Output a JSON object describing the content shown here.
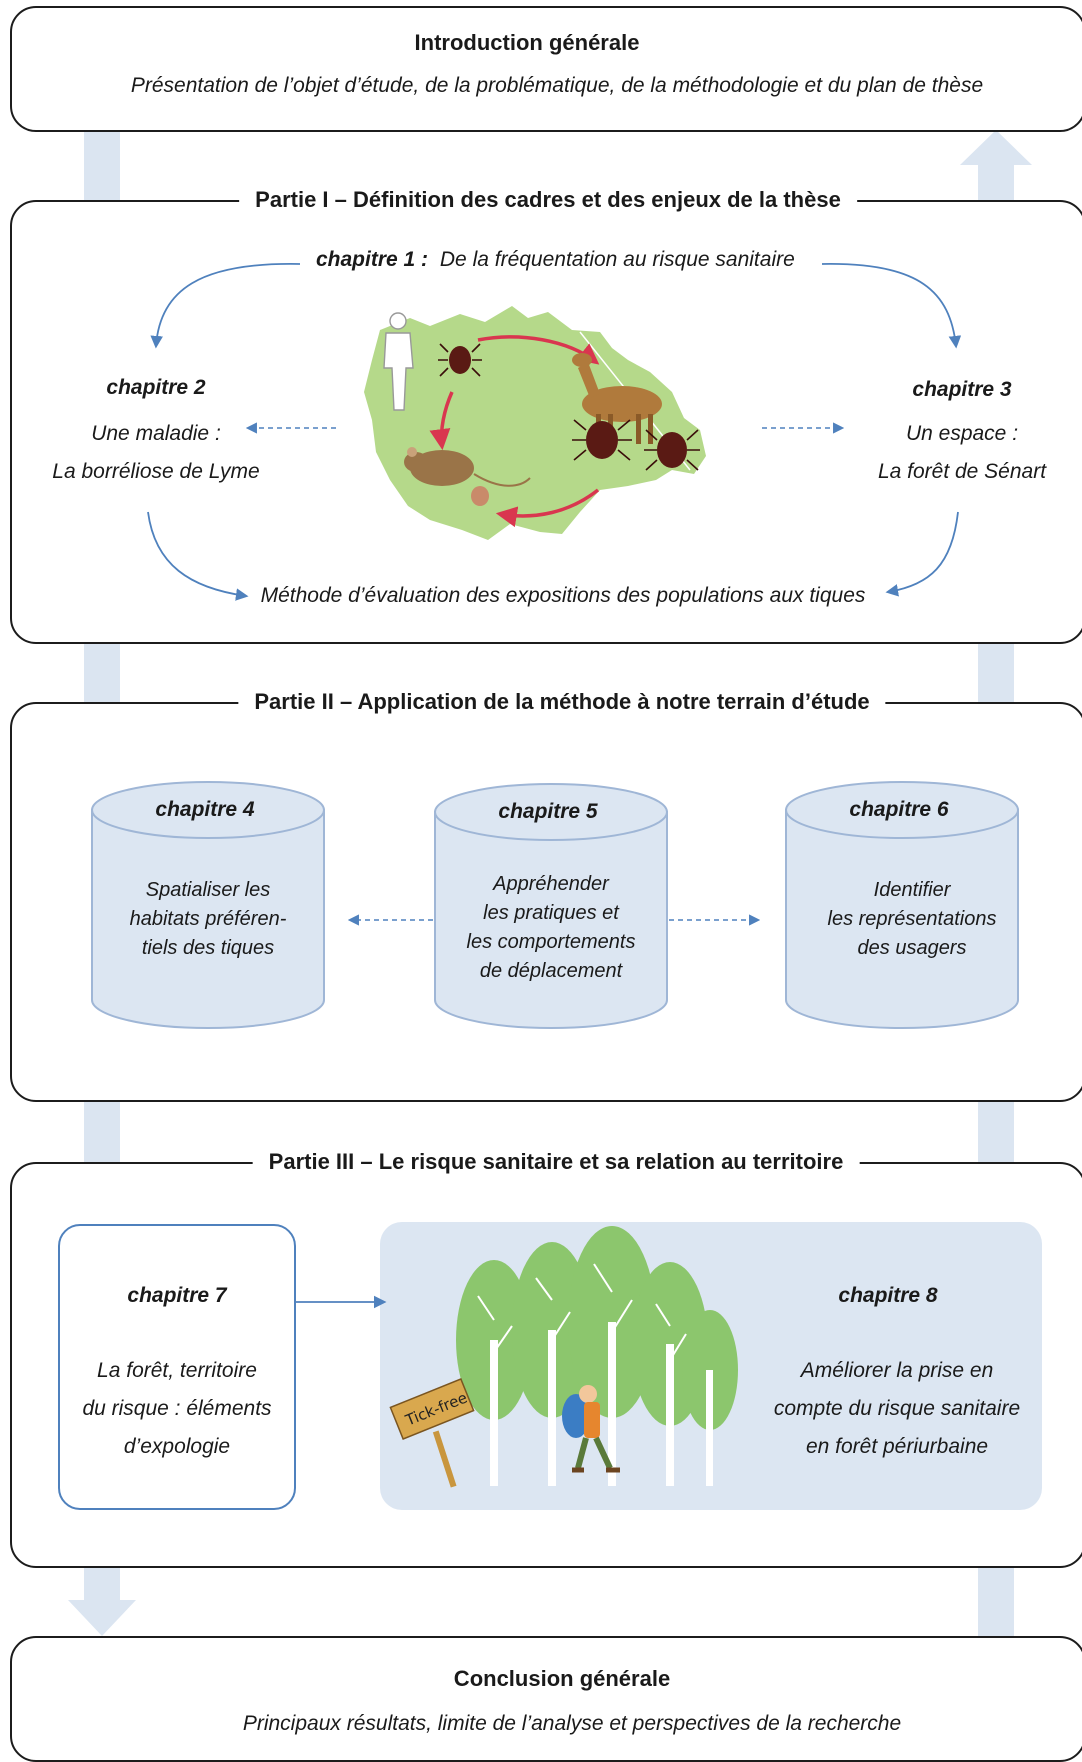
{
  "intro": {
    "title": "Introduction générale",
    "subtitle": "Présentation de l’objet d’étude, de la problématique, de la méthodologie et du plan de thèse"
  },
  "part1": {
    "title": "Partie I – Définition des cadres et des enjeux de la thèse",
    "chapter1_label": "chapitre 1 :",
    "chapter1_text": "De la fréquentation au risque sanitaire",
    "chapter2_label": "chapitre 2",
    "chapter2_line1": "Une maladie :",
    "chapter2_line2": "La borréliose de Lyme",
    "chapter3_label": "chapitre 3",
    "chapter3_line1": "Un espace :",
    "chapter3_line2": "La forêt de Sénart",
    "method": "Méthode d’évaluation des expositions des populations aux tiques"
  },
  "part2": {
    "title": "Partie II – Application de la méthode à notre terrain d’étude",
    "chapters": [
      {
        "label": "chapitre 4",
        "lines": [
          "Spatialiser les",
          "habitats préféren-",
          "tiels des tiques"
        ]
      },
      {
        "label": "chapitre 5",
        "lines": [
          "Appréhender",
          "les pratiques et",
          "les comportements",
          "de déplacement"
        ]
      },
      {
        "label": "chapitre 6",
        "lines": [
          "Identifier",
          "les représentations",
          "des usagers"
        ]
      }
    ]
  },
  "part3": {
    "title": "Partie III – Le risque sanitaire et sa relation au territoire",
    "chapter7_label": "chapitre 7",
    "chapter7_lines": [
      "La forêt, territoire",
      "du risque : éléments",
      "d’expologie"
    ],
    "chapter8_label": "chapitre 8",
    "chapter8_lines": [
      "Améliorer la prise en",
      "compte du risque sanitaire",
      "en forêt périurbaine"
    ],
    "sign_text": "Tick-free"
  },
  "conclusion": {
    "title": "Conclusion générale",
    "subtitle": "Principaux résultats, limite de l’analyse et perspectives de la recherche"
  },
  "colors": {
    "flow_band": "#dbe5f1",
    "arrow_blue": "#4f81bd",
    "cylinder_fill": "#dce6f2",
    "cylinder_stroke": "#9fb6d6",
    "chapter8_panel": "#dce6f2",
    "map_green": "#b5d98a",
    "cycle_red": "#d9364f",
    "tree_green": "#8cc66d"
  }
}
